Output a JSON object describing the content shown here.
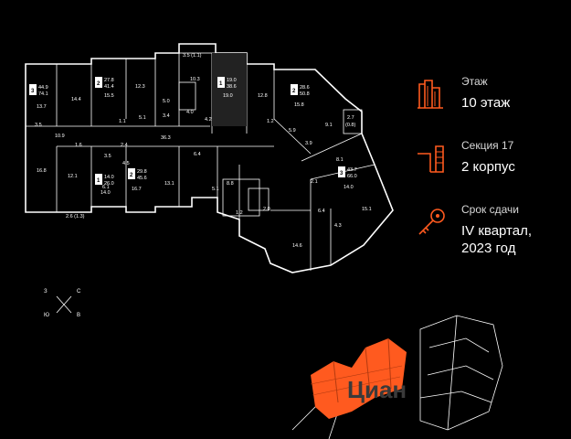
{
  "rooms": [
    {
      "id": "r1",
      "label": "13.7"
    },
    {
      "id": "r2",
      "label": "14.4"
    },
    {
      "id": "r3",
      "label": "15.5"
    },
    {
      "id": "r4",
      "label": "12.3"
    },
    {
      "id": "r5",
      "label": "10.3"
    },
    {
      "id": "r6",
      "label": "19.0"
    },
    {
      "id": "r7",
      "label": "12.8"
    },
    {
      "id": "r8",
      "label": "15.8"
    },
    {
      "id": "r9",
      "label": "9.1"
    },
    {
      "id": "r10",
      "label": "10.9"
    },
    {
      "id": "r11",
      "label": "3.5"
    },
    {
      "id": "r12",
      "label": "5.1"
    },
    {
      "id": "r13",
      "label": "3.4"
    },
    {
      "id": "r14",
      "label": "4.0"
    },
    {
      "id": "r15",
      "label": "4.2"
    },
    {
      "id": "r16",
      "label": "1.1"
    },
    {
      "id": "r17",
      "label": "1.2"
    },
    {
      "id": "r18",
      "label": "5.9"
    },
    {
      "id": "r19",
      "label": "36.3"
    },
    {
      "id": "r20",
      "label": "16.8"
    },
    {
      "id": "r21",
      "label": "12.1"
    },
    {
      "id": "r22",
      "label": "6.1"
    },
    {
      "id": "r23",
      "label": "14.0"
    },
    {
      "id": "r24",
      "label": "16.7"
    },
    {
      "id": "r25",
      "label": "13.1"
    },
    {
      "id": "r26",
      "label": "5.1"
    },
    {
      "id": "r27",
      "label": "6.4"
    },
    {
      "id": "r28",
      "label": "8.8"
    },
    {
      "id": "r29",
      "label": "14.0"
    },
    {
      "id": "r30",
      "label": "15.1"
    },
    {
      "id": "r31",
      "label": "14.6"
    },
    {
      "id": "r32",
      "label": "6.4"
    },
    {
      "id": "r33",
      "label": "4.3"
    },
    {
      "id": "r34",
      "label": "8.1"
    },
    {
      "id": "r35",
      "label": "3.9"
    },
    {
      "id": "r36",
      "label": "2.1"
    },
    {
      "id": "r37",
      "label": "2.4"
    },
    {
      "id": "r38",
      "label": "3.5"
    },
    {
      "id": "r39",
      "label": "2.0"
    },
    {
      "id": "r40",
      "label": "1.2"
    },
    {
      "id": "r41",
      "label": "5.0"
    },
    {
      "id": "r42",
      "label": "2.6 (1.3)"
    },
    {
      "id": "r43",
      "label": "3.5 (1.1)"
    },
    {
      "id": "r44",
      "label": "2.7"
    },
    {
      "id": "r45",
      "label": "(0.8)"
    },
    {
      "id": "r46",
      "label": "1.6"
    },
    {
      "id": "r47",
      "label": "4.5"
    }
  ],
  "apartments": [
    {
      "rooms": "3",
      "total": "44.9",
      "living": "74.1"
    },
    {
      "rooms": "2",
      "total": "27.8",
      "living": "41.4"
    },
    {
      "rooms": "1",
      "total": "19.0",
      "living": "38.6"
    },
    {
      "rooms": "2",
      "total": "28.6",
      "living": "50.8"
    },
    {
      "rooms": "1",
      "total": "14.0",
      "living": "26.0"
    },
    {
      "rooms": "2",
      "total": "29.8",
      "living": "45.6"
    },
    {
      "rooms": "3",
      "total": "43.7",
      "living": "66.0"
    }
  ],
  "compass": {
    "west": "З",
    "north": "С",
    "south": "Ю",
    "east": "В"
  },
  "info": {
    "floor": {
      "label": "Этаж",
      "value": "10 этаж",
      "icon": "building-floors-icon"
    },
    "section": {
      "label": "Секция 17",
      "value": "2 корпус",
      "icon": "building-section-icon"
    },
    "deadline": {
      "label": "Срок сдачи",
      "value_line1": "IV квартал,",
      "value_line2": "2023 год",
      "icon": "key-icon"
    }
  },
  "colors": {
    "accent": "#ff5a1f",
    "background": "#000000"
  }
}
